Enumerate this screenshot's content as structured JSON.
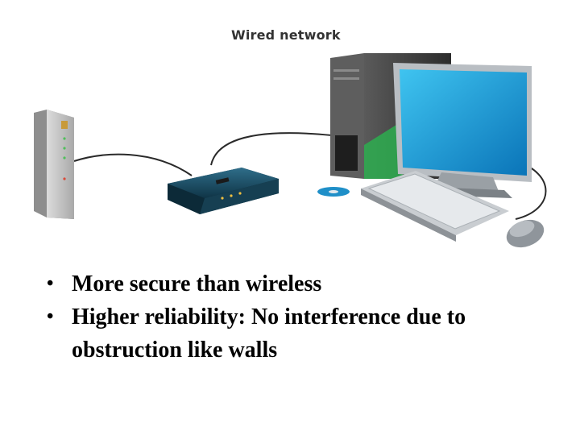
{
  "figure": {
    "title": "Wired network",
    "icons": [
      "modem-icon",
      "router-icon",
      "desktop-tower-icon",
      "monitor-icon",
      "keyboard-icon",
      "mouse-icon",
      "disc-icon"
    ]
  },
  "bullets": {
    "marker": "•",
    "items": [
      "More secure than wireless",
      "Higher reliability: No interference due to obstruction like walls"
    ]
  }
}
